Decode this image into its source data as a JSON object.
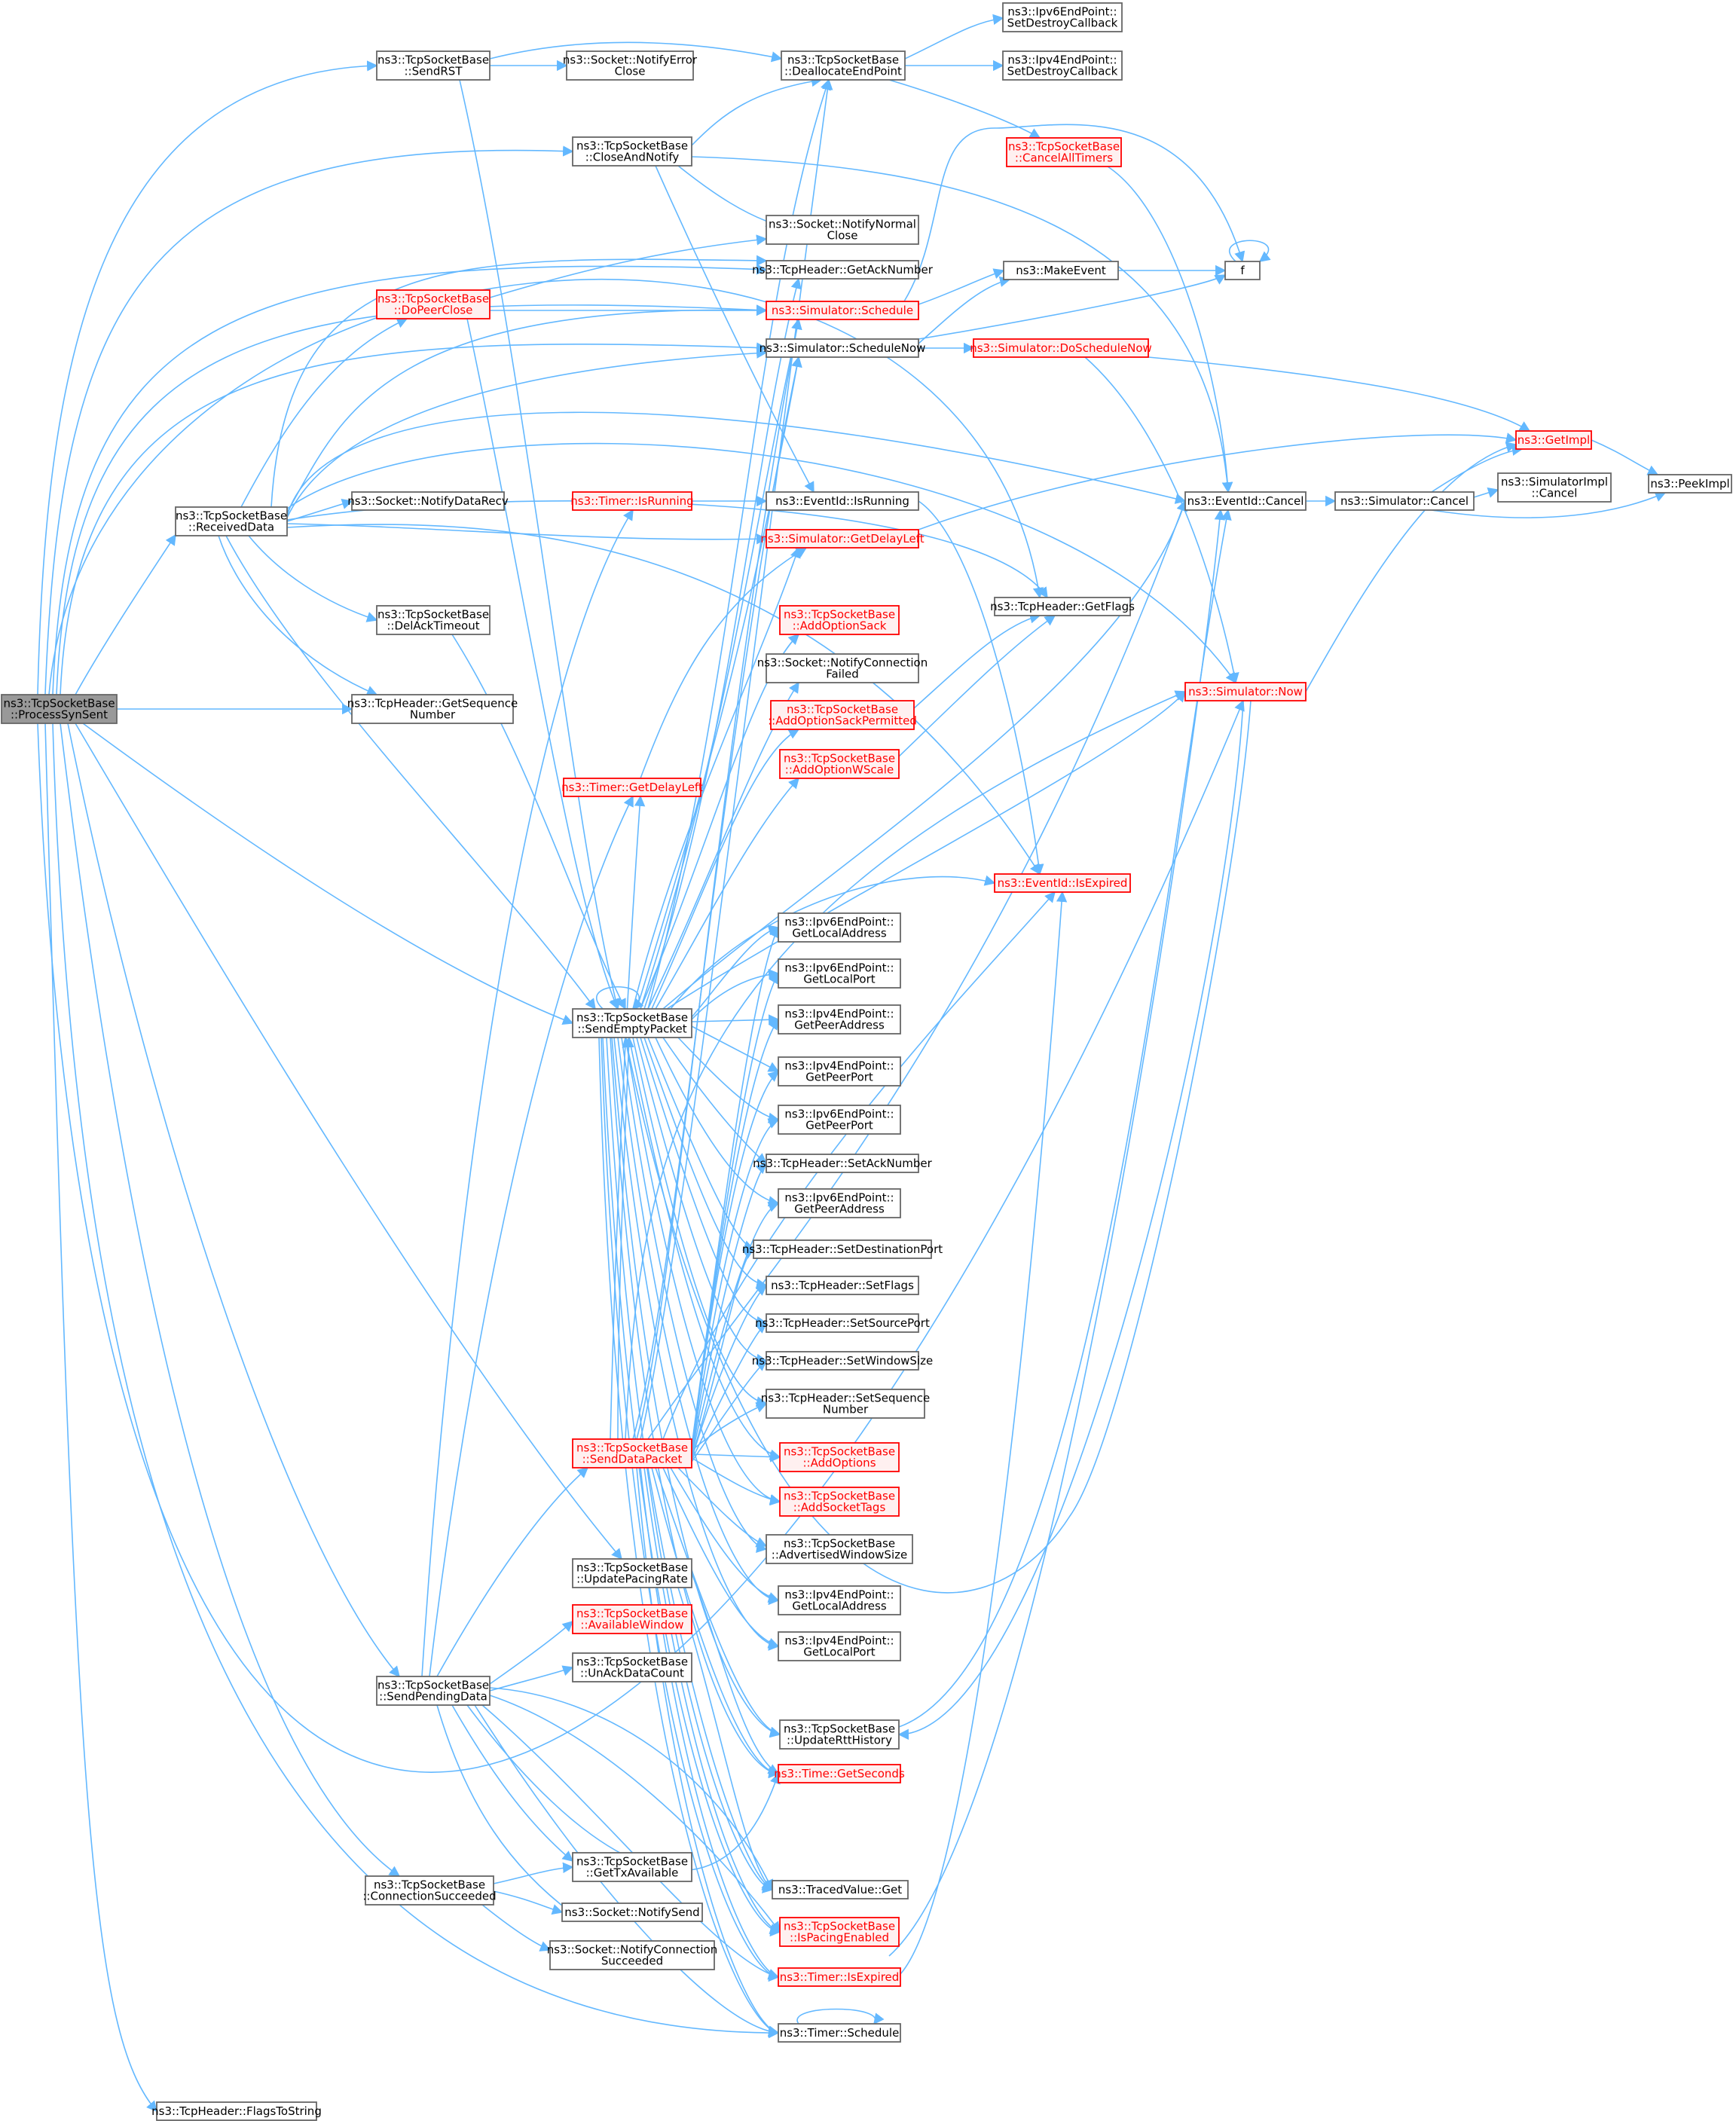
{
  "colors": {
    "edge": "#63b8ff",
    "focus_fill": "#999999",
    "warn_text": "#ff0000",
    "warn_fill": "#fff0f0"
  },
  "nodes": [
    {
      "id": "PSS",
      "lines": [
        "ns3::TcpSocketBase",
        "::ProcessSynSent"
      ],
      "style": "gray"
    },
    {
      "id": "SRST",
      "lines": [
        "ns3::TcpSocketBase",
        "::SendRST"
      ],
      "style": "normal"
    },
    {
      "id": "NEC",
      "lines": [
        "ns3::Socket::NotifyError",
        "Close"
      ],
      "style": "normal"
    },
    {
      "id": "DEP",
      "lines": [
        "ns3::TcpSocketBase",
        "::DeallocateEndPoint"
      ],
      "style": "normal"
    },
    {
      "id": "I6SDC",
      "lines": [
        "ns3::Ipv6EndPoint::",
        "SetDestroyCallback"
      ],
      "style": "normal"
    },
    {
      "id": "I4SDC",
      "lines": [
        "ns3::Ipv4EndPoint::",
        "SetDestroyCallback"
      ],
      "style": "normal"
    },
    {
      "id": "CAT",
      "lines": [
        "ns3::TcpSocketBase",
        "::CancelAllTimers"
      ],
      "style": "red"
    },
    {
      "id": "CAN",
      "lines": [
        "ns3::TcpSocketBase",
        "::CloseAndNotify"
      ],
      "style": "normal"
    },
    {
      "id": "NNC",
      "lines": [
        "ns3::Socket::NotifyNormal",
        "Close"
      ],
      "style": "normal"
    },
    {
      "id": "GAN",
      "lines": [
        "ns3::TcpHeader::GetAckNumber"
      ],
      "style": "normal"
    },
    {
      "id": "DPC",
      "lines": [
        "ns3::TcpSocketBase",
        "::DoPeerClose"
      ],
      "style": "red"
    },
    {
      "id": "SSCH",
      "lines": [
        "ns3::Simulator::Schedule"
      ],
      "style": "red"
    },
    {
      "id": "MKE",
      "lines": [
        "ns3::MakeEvent"
      ],
      "style": "normal"
    },
    {
      "id": "F",
      "lines": [
        "f"
      ],
      "style": "normal"
    },
    {
      "id": "SSN",
      "lines": [
        "ns3::Simulator::ScheduleNow"
      ],
      "style": "normal"
    },
    {
      "id": "DSN",
      "lines": [
        "ns3::Simulator::DoScheduleNow"
      ],
      "style": "red"
    },
    {
      "id": "GIMPL",
      "lines": [
        "ns3::GetImpl"
      ],
      "style": "red"
    },
    {
      "id": "PIMPL",
      "lines": [
        "ns3::PeekImpl"
      ],
      "style": "normal"
    },
    {
      "id": "RD",
      "lines": [
        "ns3::TcpSocketBase",
        "::ReceivedData"
      ],
      "style": "normal"
    },
    {
      "id": "NDR",
      "lines": [
        "ns3::Socket::NotifyDataRecv"
      ],
      "style": "normal"
    },
    {
      "id": "TIR",
      "lines": [
        "ns3::Timer::IsRunning"
      ],
      "style": "red"
    },
    {
      "id": "EIR",
      "lines": [
        "ns3::EventId::IsRunning"
      ],
      "style": "normal"
    },
    {
      "id": "SGDL",
      "lines": [
        "ns3::Simulator::GetDelayLeft"
      ],
      "style": "red"
    },
    {
      "id": "EC",
      "lines": [
        "ns3::EventId::Cancel"
      ],
      "style": "normal"
    },
    {
      "id": "SCAN",
      "lines": [
        "ns3::Simulator::Cancel"
      ],
      "style": "normal"
    },
    {
      "id": "SIC",
      "lines": [
        "ns3::SimulatorImpl",
        "::Cancel"
      ],
      "style": "normal"
    },
    {
      "id": "DAT",
      "lines": [
        "ns3::TcpSocketBase",
        "::DelAckTimeout"
      ],
      "style": "normal"
    },
    {
      "id": "AOS",
      "lines": [
        "ns3::TcpSocketBase",
        "::AddOptionSack"
      ],
      "style": "red"
    },
    {
      "id": "GFL",
      "lines": [
        "ns3::TcpHeader::GetFlags"
      ],
      "style": "normal"
    },
    {
      "id": "NCF",
      "lines": [
        "ns3::Socket::NotifyConnection",
        "Failed"
      ],
      "style": "normal"
    },
    {
      "id": "GSQN",
      "lines": [
        "ns3::TcpHeader::GetSequence",
        "Number"
      ],
      "style": "normal"
    },
    {
      "id": "AOSP",
      "lines": [
        "ns3::TcpSocketBase",
        "::AddOptionSackPermitted"
      ],
      "style": "red"
    },
    {
      "id": "SNOW",
      "lines": [
        "ns3::Simulator::Now"
      ],
      "style": "red"
    },
    {
      "id": "AOW",
      "lines": [
        "ns3::TcpSocketBase",
        "::AddOptionWScale"
      ],
      "style": "red"
    },
    {
      "id": "TGDL",
      "lines": [
        "ns3::Timer::GetDelayLeft"
      ],
      "style": "red"
    },
    {
      "id": "EIE",
      "lines": [
        "ns3::EventId::IsExpired"
      ],
      "style": "red"
    },
    {
      "id": "I6GLA",
      "lines": [
        "ns3::Ipv6EndPoint::",
        "GetLocalAddress"
      ],
      "style": "normal"
    },
    {
      "id": "I6GLP",
      "lines": [
        "ns3::Ipv6EndPoint::",
        "GetLocalPort"
      ],
      "style": "normal"
    },
    {
      "id": "SEP",
      "lines": [
        "ns3::TcpSocketBase",
        "::SendEmptyPacket"
      ],
      "style": "normal"
    },
    {
      "id": "I4GPA",
      "lines": [
        "ns3::Ipv4EndPoint::",
        "GetPeerAddress"
      ],
      "style": "normal"
    },
    {
      "id": "I4GPP",
      "lines": [
        "ns3::Ipv4EndPoint::",
        "GetPeerPort"
      ],
      "style": "normal"
    },
    {
      "id": "I6GPP",
      "lines": [
        "ns3::Ipv6EndPoint::",
        "GetPeerPort"
      ],
      "style": "normal"
    },
    {
      "id": "SAN",
      "lines": [
        "ns3::TcpHeader::SetAckNumber"
      ],
      "style": "normal"
    },
    {
      "id": "I6GPA",
      "lines": [
        "ns3::Ipv6EndPoint::",
        "GetPeerAddress"
      ],
      "style": "normal"
    },
    {
      "id": "SDP",
      "lines": [
        "ns3::TcpHeader::SetDestinationPort"
      ],
      "style": "normal"
    },
    {
      "id": "SFL",
      "lines": [
        "ns3::TcpHeader::SetFlags"
      ],
      "style": "normal"
    },
    {
      "id": "SSP",
      "lines": [
        "ns3::TcpHeader::SetSourcePort"
      ],
      "style": "normal"
    },
    {
      "id": "SWS",
      "lines": [
        "ns3::TcpHeader::SetWindowSize"
      ],
      "style": "normal"
    },
    {
      "id": "SSQN",
      "lines": [
        "ns3::TcpHeader::SetSequence",
        "Number"
      ],
      "style": "normal"
    },
    {
      "id": "SDPK",
      "lines": [
        "ns3::TcpSocketBase",
        "::SendDataPacket"
      ],
      "style": "red"
    },
    {
      "id": "AOPT",
      "lines": [
        "ns3::TcpSocketBase",
        "::AddOptions"
      ],
      "style": "red"
    },
    {
      "id": "AST",
      "lines": [
        "ns3::TcpSocketBase",
        "::AddSocketTags"
      ],
      "style": "red"
    },
    {
      "id": "AWS",
      "lines": [
        "ns3::TcpSocketBase",
        "::AdvertisedWindowSize"
      ],
      "style": "normal"
    },
    {
      "id": "UPR",
      "lines": [
        "ns3::TcpSocketBase",
        "::UpdatePacingRate"
      ],
      "style": "normal"
    },
    {
      "id": "I4GLA",
      "lines": [
        "ns3::Ipv4EndPoint::",
        "GetLocalAddress"
      ],
      "style": "normal"
    },
    {
      "id": "AVW",
      "lines": [
        "ns3::TcpSocketBase",
        "::AvailableWindow"
      ],
      "style": "red"
    },
    {
      "id": "I4GLP",
      "lines": [
        "ns3::Ipv4EndPoint::",
        "GetLocalPort"
      ],
      "style": "normal"
    },
    {
      "id": "UADC",
      "lines": [
        "ns3::TcpSocketBase",
        "::UnAckDataCount"
      ],
      "style": "normal"
    },
    {
      "id": "SPD",
      "lines": [
        "ns3::TcpSocketBase",
        "::SendPendingData"
      ],
      "style": "normal"
    },
    {
      "id": "URH",
      "lines": [
        "ns3::TcpSocketBase",
        "::UpdateRttHistory"
      ],
      "style": "normal"
    },
    {
      "id": "TGS",
      "lines": [
        "ns3::Time::GetSeconds"
      ],
      "style": "red"
    },
    {
      "id": "GTXA",
      "lines": [
        "ns3::TcpSocketBase",
        "::GetTxAvailable"
      ],
      "style": "normal"
    },
    {
      "id": "CSU",
      "lines": [
        "ns3::TcpSocketBase",
        "::ConnectionSucceeded"
      ],
      "style": "normal"
    },
    {
      "id": "TVG",
      "lines": [
        "ns3::TracedValue::Get"
      ],
      "style": "normal"
    },
    {
      "id": "NSND",
      "lines": [
        "ns3::Socket::NotifySend"
      ],
      "style": "normal"
    },
    {
      "id": "IPE",
      "lines": [
        "ns3::TcpSocketBase",
        "::IsPacingEnabled"
      ],
      "style": "red"
    },
    {
      "id": "NCS",
      "lines": [
        "ns3::Socket::NotifyConnection",
        "Succeeded"
      ],
      "style": "normal"
    },
    {
      "id": "TIE",
      "lines": [
        "ns3::Timer::IsExpired"
      ],
      "style": "red"
    },
    {
      "id": "TSCH",
      "lines": [
        "ns3::Timer::Schedule"
      ],
      "style": "normal"
    },
    {
      "id": "FTS",
      "lines": [
        "ns3::TcpHeader::FlagsToString"
      ],
      "style": "normal"
    }
  ]
}
